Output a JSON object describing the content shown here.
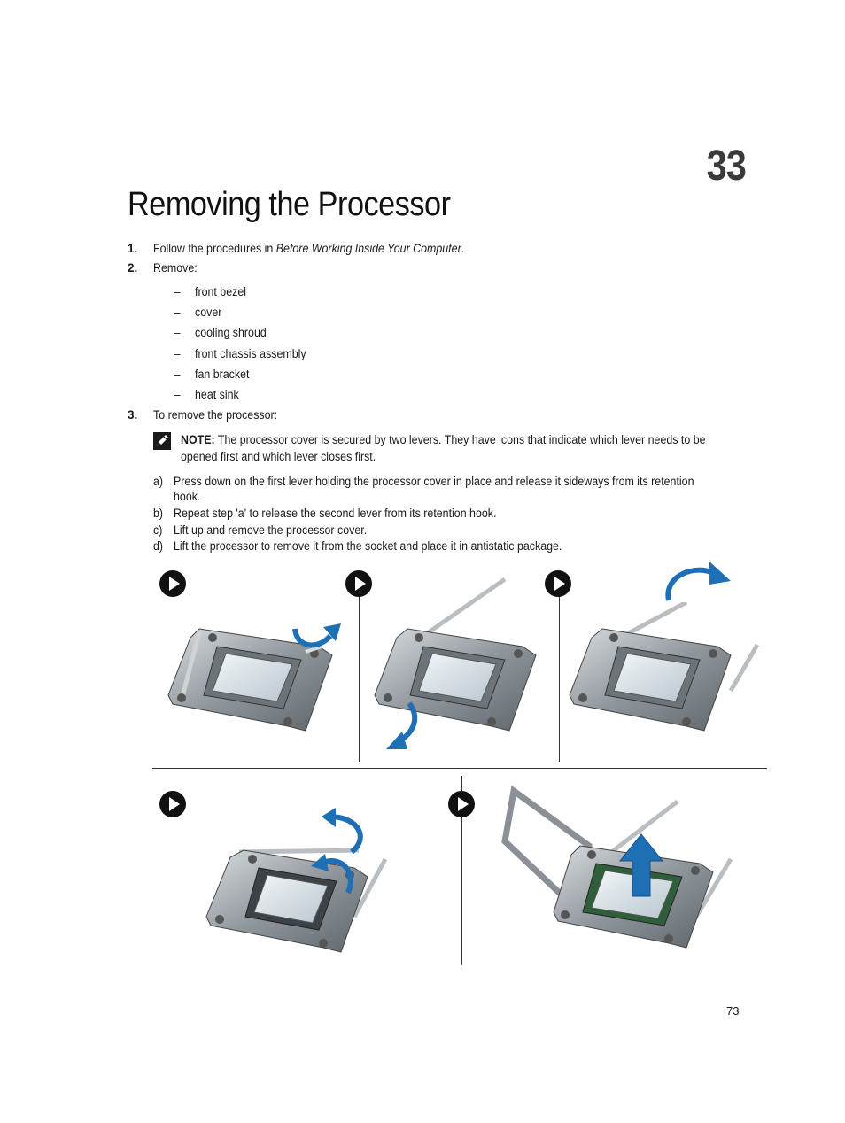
{
  "chapter": {
    "number": "33",
    "title": "Removing the Processor"
  },
  "steps": [
    {
      "num": "1.",
      "text_pre": "Follow the procedures in ",
      "text_link": "Before Working Inside Your Computer",
      "text_post": "."
    },
    {
      "num": "2.",
      "text": "Remove:"
    },
    {
      "num": "3.",
      "text": "To remove the processor:"
    }
  ],
  "remove_items": [
    "front bezel",
    "cover",
    "cooling shroud",
    "front chassis assembly",
    "fan bracket",
    "heat sink"
  ],
  "dash_glyph": "–",
  "note": {
    "icon": "pencil-note-icon",
    "label": "NOTE:",
    "line1": " The processor cover is secured by two levers. They have icons that indicate which lever needs to be",
    "line2": "opened first and which lever closes first."
  },
  "substeps": [
    {
      "letter": "a)",
      "line1": "Press down on the first lever holding the processor cover in place and release it sideways from its retention",
      "line2": "hook."
    },
    {
      "letter": "b)",
      "line1": "Repeat step 'a' to release the second lever from its retention hook."
    },
    {
      "letter": "c)",
      "line1": "Lift up and remove the processor cover."
    },
    {
      "letter": "d)",
      "line1": "Lift the processor to remove it from the socket and place it in antistatic package."
    }
  ],
  "colors": {
    "arrow": "#1f6fb5",
    "metal": "#9aa0a6",
    "chip": "#dfe6ea",
    "play": "#111111"
  },
  "page_number": "73"
}
